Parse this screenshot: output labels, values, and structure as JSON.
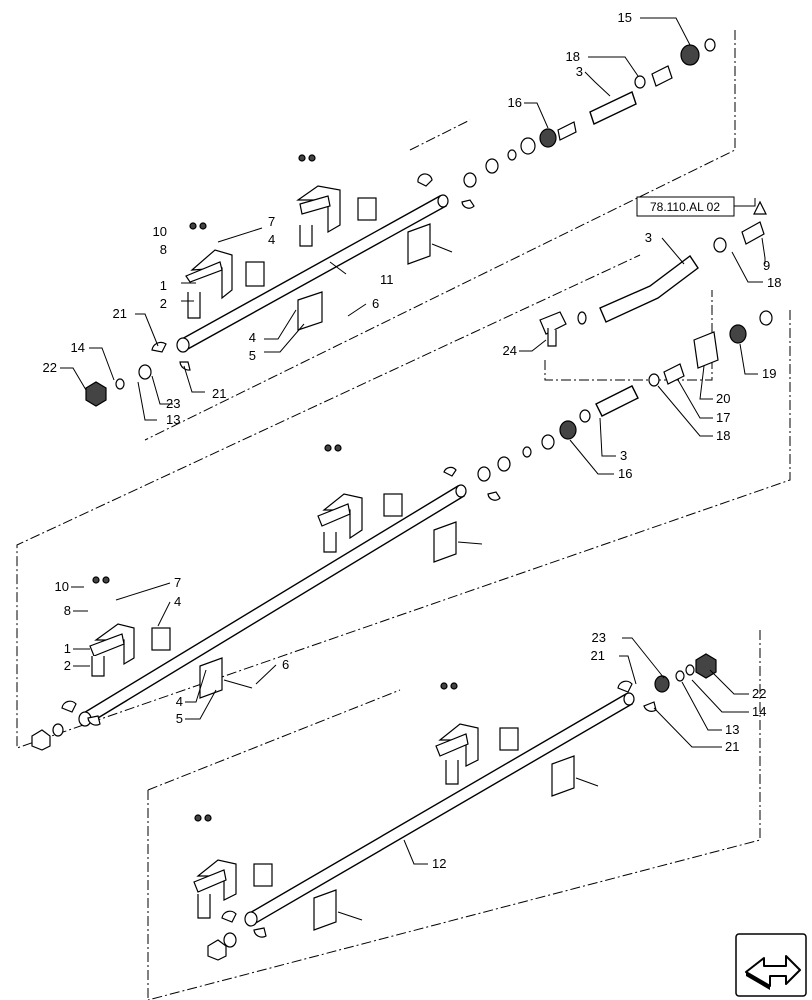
{
  "reference_box": {
    "label": "78.110.AL 02"
  },
  "callouts": [
    {
      "id": "c15",
      "text": "15"
    },
    {
      "id": "c18a",
      "text": "18"
    },
    {
      "id": "c3a",
      "text": "3"
    },
    {
      "id": "c16a",
      "text": "16"
    },
    {
      "id": "c10a",
      "text": "10"
    },
    {
      "id": "c7a",
      "text": "7"
    },
    {
      "id": "c8a",
      "text": "8"
    },
    {
      "id": "c4a",
      "text": "4"
    },
    {
      "id": "c1a",
      "text": "1"
    },
    {
      "id": "c11",
      "text": "11"
    },
    {
      "id": "c2a",
      "text": "2"
    },
    {
      "id": "c6a",
      "text": "6"
    },
    {
      "id": "c21a",
      "text": "21"
    },
    {
      "id": "c4b",
      "text": "4"
    },
    {
      "id": "c5a",
      "text": "5"
    },
    {
      "id": "c14a",
      "text": "14"
    },
    {
      "id": "c22a",
      "text": "22"
    },
    {
      "id": "c23a",
      "text": "23"
    },
    {
      "id": "c21b",
      "text": "21"
    },
    {
      "id": "c13a",
      "text": "13"
    },
    {
      "id": "c3b",
      "text": "3"
    },
    {
      "id": "c9",
      "text": "9"
    },
    {
      "id": "c18b",
      "text": "18"
    },
    {
      "id": "c24",
      "text": "24"
    },
    {
      "id": "c19",
      "text": "19"
    },
    {
      "id": "c20",
      "text": "20"
    },
    {
      "id": "c17",
      "text": "17"
    },
    {
      "id": "c18c",
      "text": "18"
    },
    {
      "id": "c3c",
      "text": "3"
    },
    {
      "id": "c16b",
      "text": "16"
    },
    {
      "id": "c10b",
      "text": "10"
    },
    {
      "id": "c7b",
      "text": "7"
    },
    {
      "id": "c8b",
      "text": "8"
    },
    {
      "id": "c4c",
      "text": "4"
    },
    {
      "id": "c1b",
      "text": "1"
    },
    {
      "id": "c2b",
      "text": "2"
    },
    {
      "id": "c6b",
      "text": "6"
    },
    {
      "id": "c4d",
      "text": "4"
    },
    {
      "id": "c5b",
      "text": "5"
    },
    {
      "id": "c23b",
      "text": "23"
    },
    {
      "id": "c21c",
      "text": "21"
    },
    {
      "id": "c22b",
      "text": "22"
    },
    {
      "id": "c14b",
      "text": "14"
    },
    {
      "id": "c13b",
      "text": "13"
    },
    {
      "id": "c21d",
      "text": "21"
    },
    {
      "id": "c12",
      "text": "12"
    }
  ],
  "nav_icon": "next-page-arrow-icon"
}
